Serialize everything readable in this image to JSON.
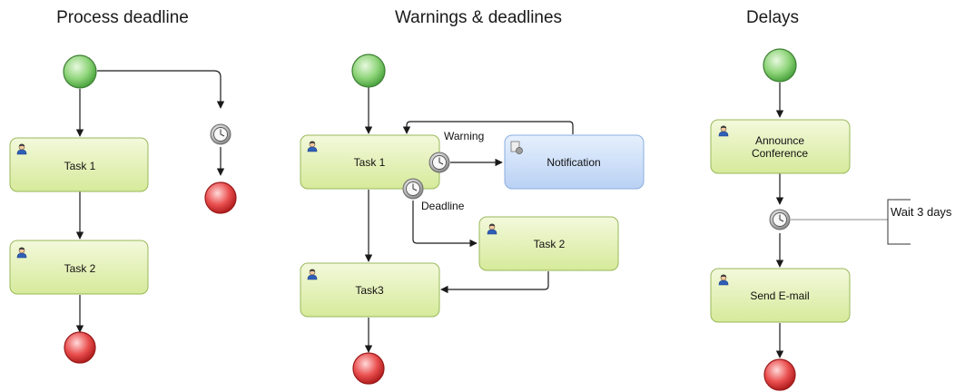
{
  "diagram": {
    "panels": [
      {
        "title": "Process deadline",
        "tasks": [
          {
            "label": "Task 1"
          },
          {
            "label": "Task 2"
          }
        ]
      },
      {
        "title": "Warnings & deadlines",
        "tasks": [
          {
            "label": "Task 1"
          },
          {
            "label": "Notification"
          },
          {
            "label": "Task 2"
          },
          {
            "label": "Task3"
          }
        ],
        "edge_labels": {
          "warning": "Warning",
          "deadline": "Deadline"
        }
      },
      {
        "title": "Delays",
        "tasks": [
          {
            "label": "Announce"
          },
          {
            "label": "Conference"
          },
          {
            "label": "Send E-mail"
          }
        ],
        "annotation": "Wait 3 days"
      }
    ],
    "colors": {
      "task_fill": "#e4f1b8",
      "task_stroke": "#9ab85a",
      "script_task_fill": "#c9dcf7",
      "script_task_stroke": "#8aaee0",
      "start_event": "#7fcc6a",
      "end_event": "#dd3b3b",
      "timer_event": "#b8b8b8"
    },
    "icons": {
      "user_task": "user-icon",
      "script_task": "script-icon",
      "timer": "clock-icon"
    }
  }
}
